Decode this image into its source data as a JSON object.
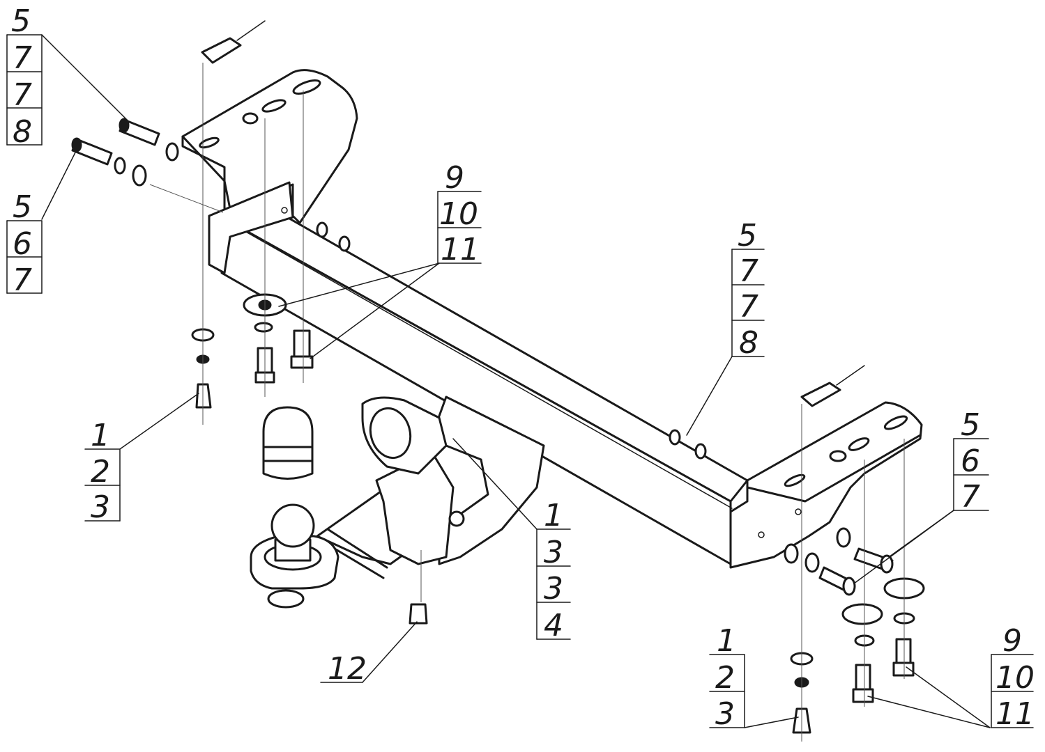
{
  "diagram": {
    "callouts": {
      "top_left_upper": [
        "5",
        "7",
        "7",
        "8"
      ],
      "top_left_lower": [
        "5",
        "6",
        "7"
      ],
      "center_top": [
        "9",
        "10",
        "11"
      ],
      "center_right": [
        "5",
        "7",
        "7",
        "8"
      ],
      "left_middle": [
        "1",
        "2",
        "3"
      ],
      "hitch_middle": [
        "1",
        "3",
        "3",
        "4"
      ],
      "right_upper": [
        "5",
        "6",
        "7"
      ],
      "bottom_center": [
        "12"
      ],
      "bottom_right_left": [
        "1",
        "2",
        "3"
      ],
      "bottom_right_right": [
        "9",
        "10",
        "11"
      ]
    }
  }
}
